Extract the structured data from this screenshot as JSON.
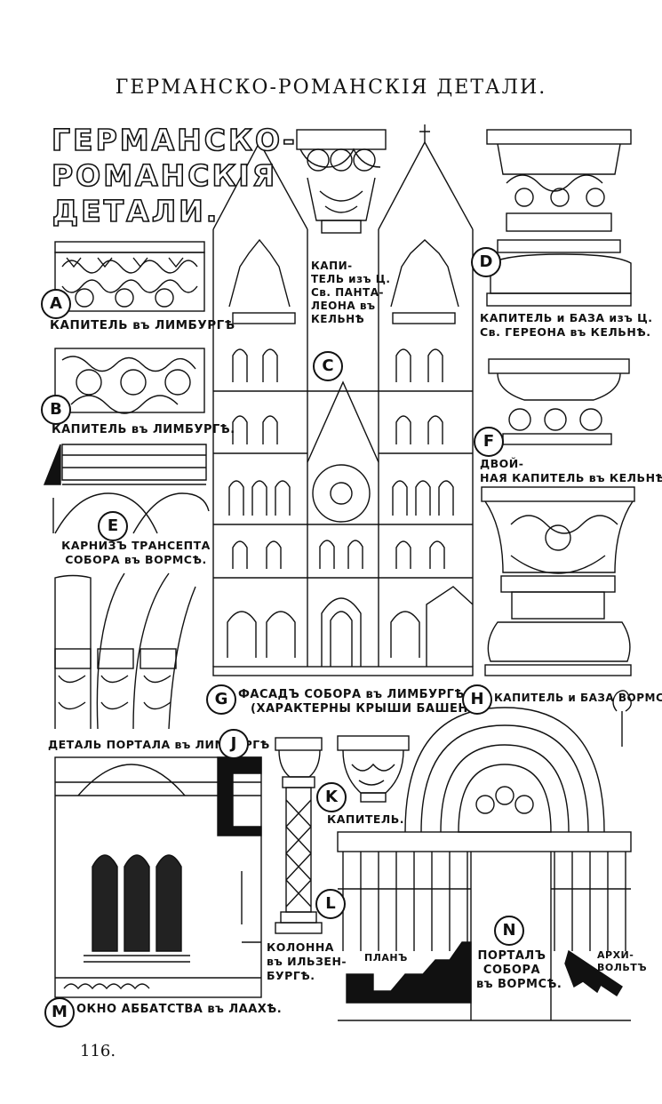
{
  "header": "ГЕРМАНСКО-РОМАНСКIЯ ДЕТАЛИ.",
  "plate_title": [
    "ГЕРМАНСКО-",
    "РОМАНСКIЯ",
    "ДЕТАЛИ."
  ],
  "markers": {
    "A": "A",
    "B": "B",
    "C": "C",
    "D": "D",
    "E": "E",
    "F": "F",
    "G": "G",
    "H": "H",
    "J": "J",
    "K": "K",
    "L": "L",
    "M": "M",
    "N": "N"
  },
  "captions": {
    "a": "КАПИТЕЛЬ въ ЛИМБУРГѢ",
    "b": "КАПИТЕЛЬ въ ЛИМБУРГѢ.",
    "c": [
      "КАПИ-",
      "ТЕЛЬ изъ Ц.",
      "Св. ПАНТА-",
      "ЛЕОНА въ",
      "КЕЛЬНѢ"
    ],
    "d": [
      "КАПИТЕЛЬ и БАЗА изъ Ц.",
      "Св. ГЕРЕОНА въ КЕЛЬНѢ."
    ],
    "e": [
      "КАРНИЗЪ ТРАНСЕПТА",
      "СОБОРА въ ВОРМСѢ."
    ],
    "f": [
      "ДВОЙ-",
      "НАЯ КАПИТЕЛЬ въ КЕЛЬНѢ"
    ],
    "g": [
      "ФАСАДЪ СОБОРА въ ЛИМБУРГѢ.",
      "(ХАРАКТЕРНЫ КРЫШИ БАШЕНЪ)"
    ],
    "h": "КАПИТЕЛЬ и БАЗА ВОРМСЪ",
    "j": "ДЕТАЛЬ ПОРТАЛА въ ЛИМБУРГѢ",
    "k": "КАПИТЕЛЬ.",
    "l": [
      "КОЛОННА",
      "въ ИЛЬЗЕН-",
      "БУРГѢ."
    ],
    "m": "ОКНО АББАТСТВА въ ЛААХѢ.",
    "n": [
      "ПОРТАЛЪ",
      "СОБОРА",
      "въ ВОРМСѢ."
    ],
    "plan": "ПЛАНЪ",
    "archivolt": [
      "АРХИ-",
      "ВОЛЬТЪ"
    ]
  },
  "page_number": "116."
}
